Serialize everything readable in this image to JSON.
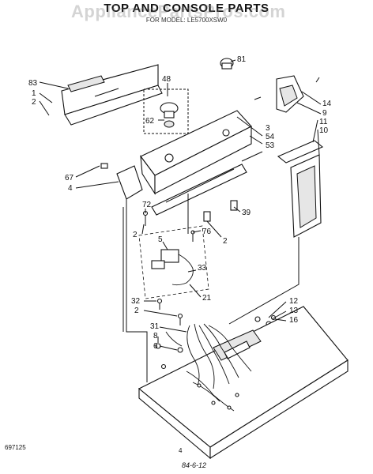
{
  "header": {
    "title": "TOP AND CONSOLE PARTS",
    "subtitle": "FOR MODEL: LE5700XSW0",
    "watermark": "AppliancePartsPros.com"
  },
  "footer": {
    "left_code": "697125",
    "page_number": "4",
    "handwritten": "84-6-12"
  },
  "callouts": [
    "83",
    "1",
    "2",
    "48",
    "81",
    "62",
    "14",
    "9",
    "3",
    "11",
    "54",
    "10",
    "53",
    "67",
    "4",
    "72",
    "39",
    "2",
    "76",
    "2",
    "5",
    "33",
    "21",
    "32",
    "2",
    "12",
    "13",
    "16",
    "31",
    "8",
    "6"
  ]
}
